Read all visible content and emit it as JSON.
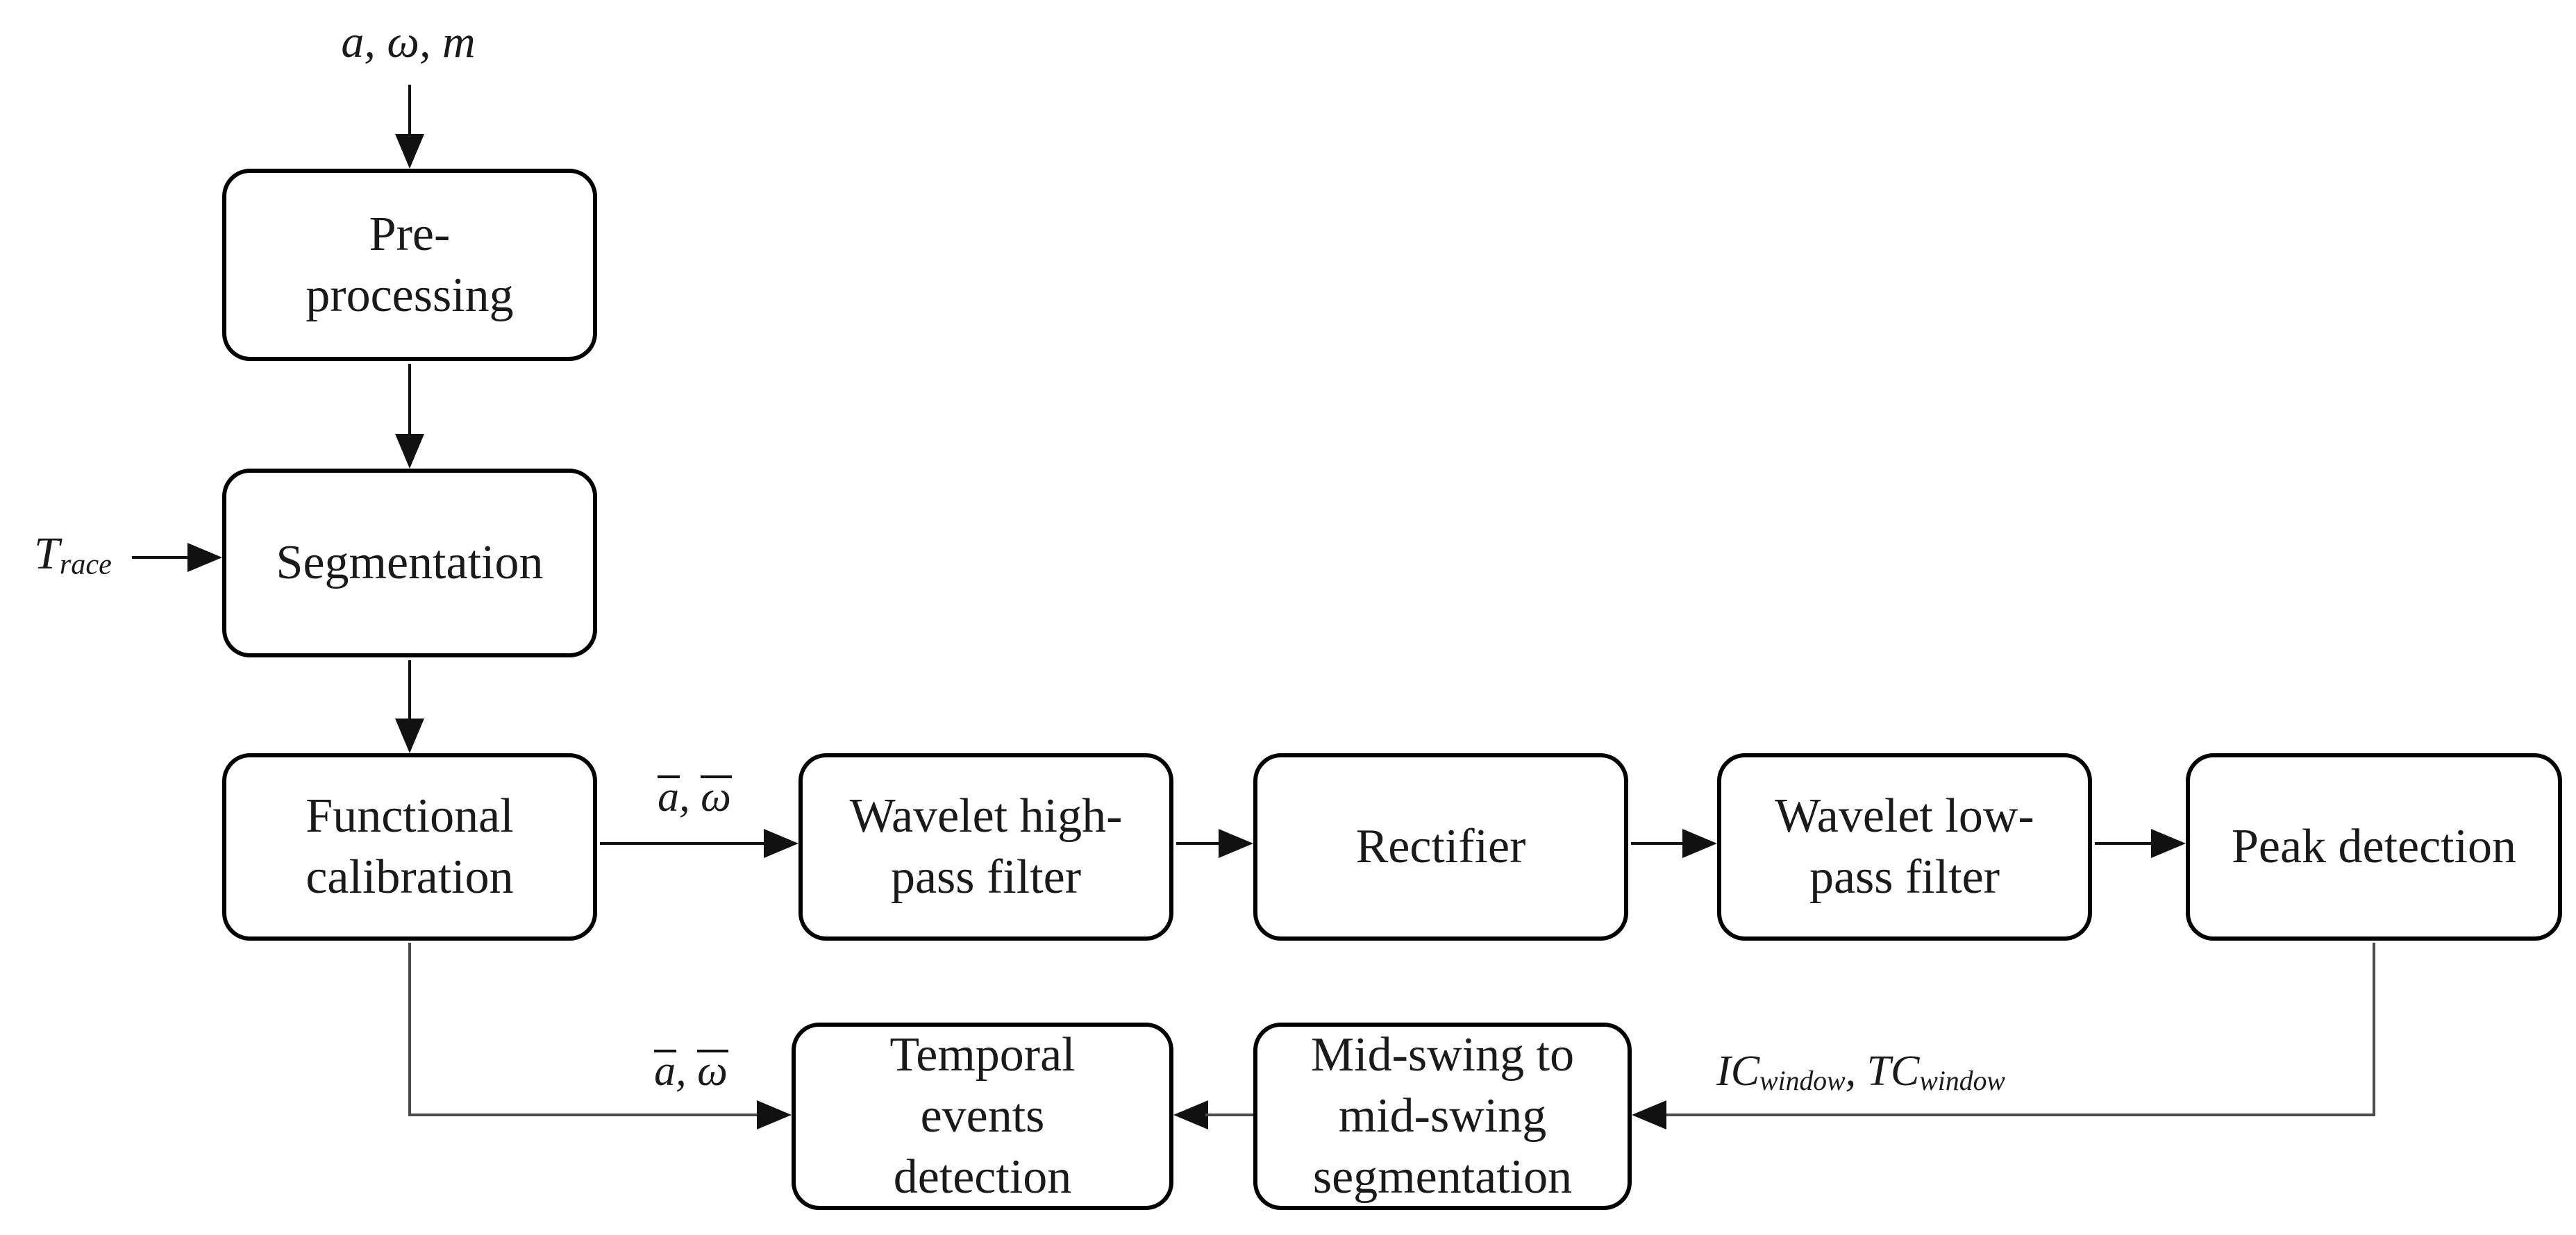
{
  "style": {
    "bg": "#ffffff",
    "ink": "#111111",
    "box_border": "#000000",
    "connector": "#4a4a4a",
    "text": "#1a1a1a"
  },
  "boxes": {
    "preprocessing": {
      "lines": [
        "Pre-",
        "processing"
      ]
    },
    "segmentation": {
      "lines": [
        "Segmentation"
      ]
    },
    "functional_calibration": {
      "lines": [
        "Functional",
        "calibration"
      ]
    },
    "wavelet_highpass": {
      "lines": [
        "Wavelet high-",
        "pass filter"
      ]
    },
    "rectifier": {
      "lines": [
        "Rectifier"
      ]
    },
    "wavelet_lowpass": {
      "lines": [
        "Wavelet low-",
        "pass filter"
      ]
    },
    "peak_detection": {
      "lines": [
        "Peak detection"
      ]
    },
    "temporal_events": {
      "lines": [
        "Temporal",
        "events",
        "detection"
      ]
    },
    "midswing_segmentation": {
      "lines": [
        "Mid-swing to",
        "mid-swing",
        "segmentation"
      ]
    }
  },
  "labels": {
    "input_signals": "a, ω, m",
    "t_race": {
      "base": "T",
      "sub": "race"
    },
    "calibrated_top": {
      "first": "a",
      "sep": ", ",
      "second": "ω"
    },
    "calibrated_bottom": {
      "first": "a",
      "sep": ", ",
      "second": "ω"
    },
    "peak_windows": {
      "first_base": "IC",
      "first_sub": "window",
      "sep": ", ",
      "second_base": "TC",
      "second_sub": "window"
    }
  }
}
